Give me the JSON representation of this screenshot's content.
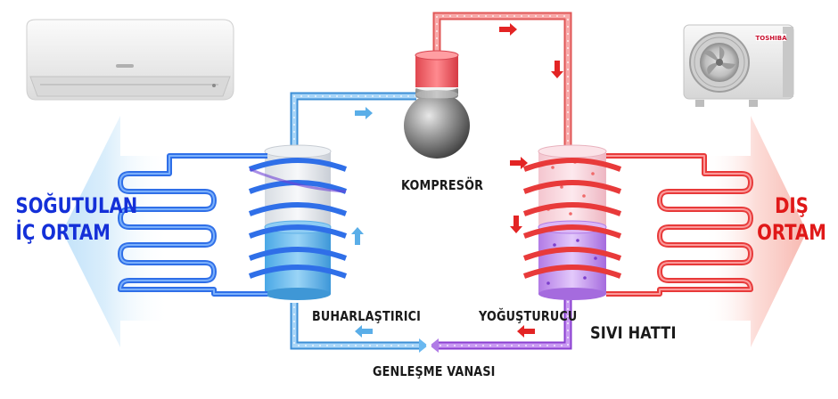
{
  "labels": {
    "compressor": "KOMPRESÖR",
    "evaporator": "BUHARLAŞTIRICI",
    "condenser": "YOĞUŞTURUCU",
    "liquid_line": "SIVI HATTI",
    "expansion_valve": "GENLEŞME VANASI",
    "indoor_line1": "SOĞUTULAN",
    "indoor_line2": "İÇ ORTAM",
    "outdoor_line1": "DIŞ",
    "outdoor_line2": "ORTAM"
  },
  "outdoor_unit_brand": "TOSHIBA",
  "colors": {
    "cold_pipe": "#6ab8f0",
    "hot_pipe": "#f07b7b",
    "liquid_pipe": "#9b59d6",
    "indoor_text": "#1430d8",
    "outdoor_text": "#e01818",
    "cold_coil": "#2f6fe8",
    "hot_coil": "#e83a3a"
  }
}
